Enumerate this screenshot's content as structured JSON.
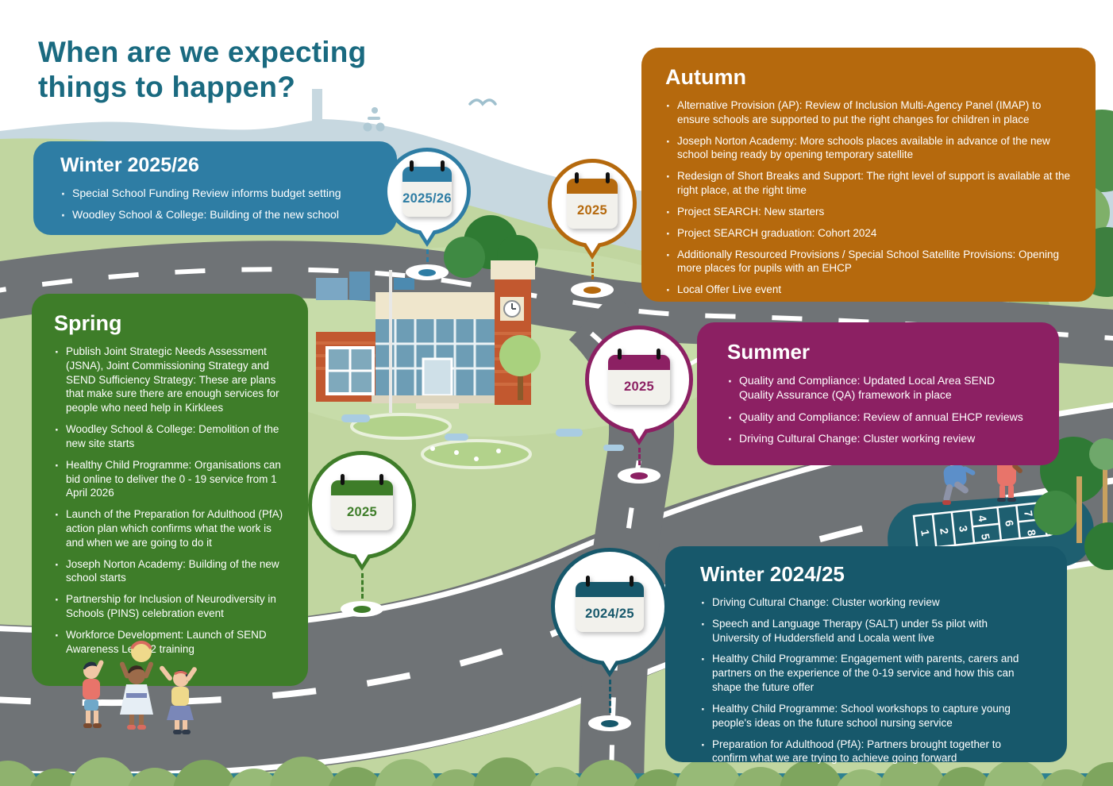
{
  "page": {
    "title": "When are we expecting things to happen?"
  },
  "colors": {
    "title_text": "#1A6A80",
    "winter_2025_26_panel": "#2E7DA4",
    "autumn_panel": "#B5690D",
    "spring_panel": "#3E7D29",
    "summer_panel": "#8C2063",
    "winter_2024_25_panel": "#17586B",
    "road": "#6F7376",
    "grass": "#C1D6A0",
    "skyline": "#C7D8E0",
    "hopscotch_pavement": "#1E5F70"
  },
  "panels": {
    "winter_2025_26": {
      "title": "Winter 2025/26",
      "items": [
        "Special School Funding Review informs budget setting",
        "Woodley School & College: Building of the new school"
      ]
    },
    "autumn": {
      "title": "Autumn",
      "items": [
        "Alternative Provision (AP): Review of Inclusion Multi-Agency Panel (IMAP) to ensure schools are supported to put the right changes for children in place",
        "Joseph Norton Academy: More schools places available in advance of the new school being ready by opening temporary satellite",
        "Redesign of Short Breaks and Support: The right level of support is available at the right place, at the right time",
        "Project SEARCH: New starters",
        "Project SEARCH graduation: Cohort 2024",
        "Additionally Resourced Provisions / Special School Satellite Provisions: Opening more places for pupils with an EHCP",
        "Local Offer Live event"
      ]
    },
    "spring": {
      "title": "Spring",
      "items": [
        "Publish Joint Strategic Needs Assessment (JSNA), Joint Commissioning Strategy and SEND Sufficiency Strategy: These are plans that make sure there are enough services for people who need help in Kirklees",
        "Woodley School & College: Demolition of the new site starts",
        "Healthy Child Programme: Organisations can bid online to deliver the 0 - 19 service from 1 April 2026",
        "Launch of the Preparation for Adulthood (PfA) action plan which confirms what the work is and when we are going to do it",
        "Joseph Norton Academy: Building of the new school starts",
        "Partnership for Inclusion of Neurodiversity in Schools (PINS) celebration event",
        "Workforce Development: Launch of SEND Awareness Level 2 training"
      ]
    },
    "summer": {
      "title": "Summer",
      "items": [
        "Quality and Compliance: Updated Local Area SEND Quality Assurance (QA) framework in place",
        "Quality and Compliance: Review of annual EHCP reviews",
        "Driving Cultural Change: Cluster working review"
      ]
    },
    "winter_2024_25": {
      "title": "Winter 2024/25",
      "items": [
        "Driving Cultural Change: Cluster working review",
        "Speech and Language Therapy (SALT) under 5s pilot with University of Huddersfield and Locala went live",
        "Healthy Child Programme: Engagement with parents, carers and partners on the experience of the 0-19 service and how this can shape the future offer",
        "Healthy Child Programme: School workshops to capture young people's ideas on the future school nursing service",
        "Preparation for Adulthood (PfA): Partners brought together to confirm what we are trying to achieve going forward"
      ]
    }
  },
  "markers": {
    "winter_2025_26": {
      "year": "2025/26",
      "color": "#2E7DA4"
    },
    "autumn": {
      "year": "2025",
      "color": "#B5690D"
    },
    "summer": {
      "year": "2025",
      "color": "#8C2063"
    },
    "spring": {
      "year": "2025",
      "color": "#3E7D29"
    },
    "winter_2024_25": {
      "year": "2024/25",
      "color": "#17586B"
    }
  },
  "hopscotch": {
    "numbers": [
      "1",
      "2",
      "3",
      "4",
      "5",
      "6",
      "7",
      "8"
    ]
  }
}
